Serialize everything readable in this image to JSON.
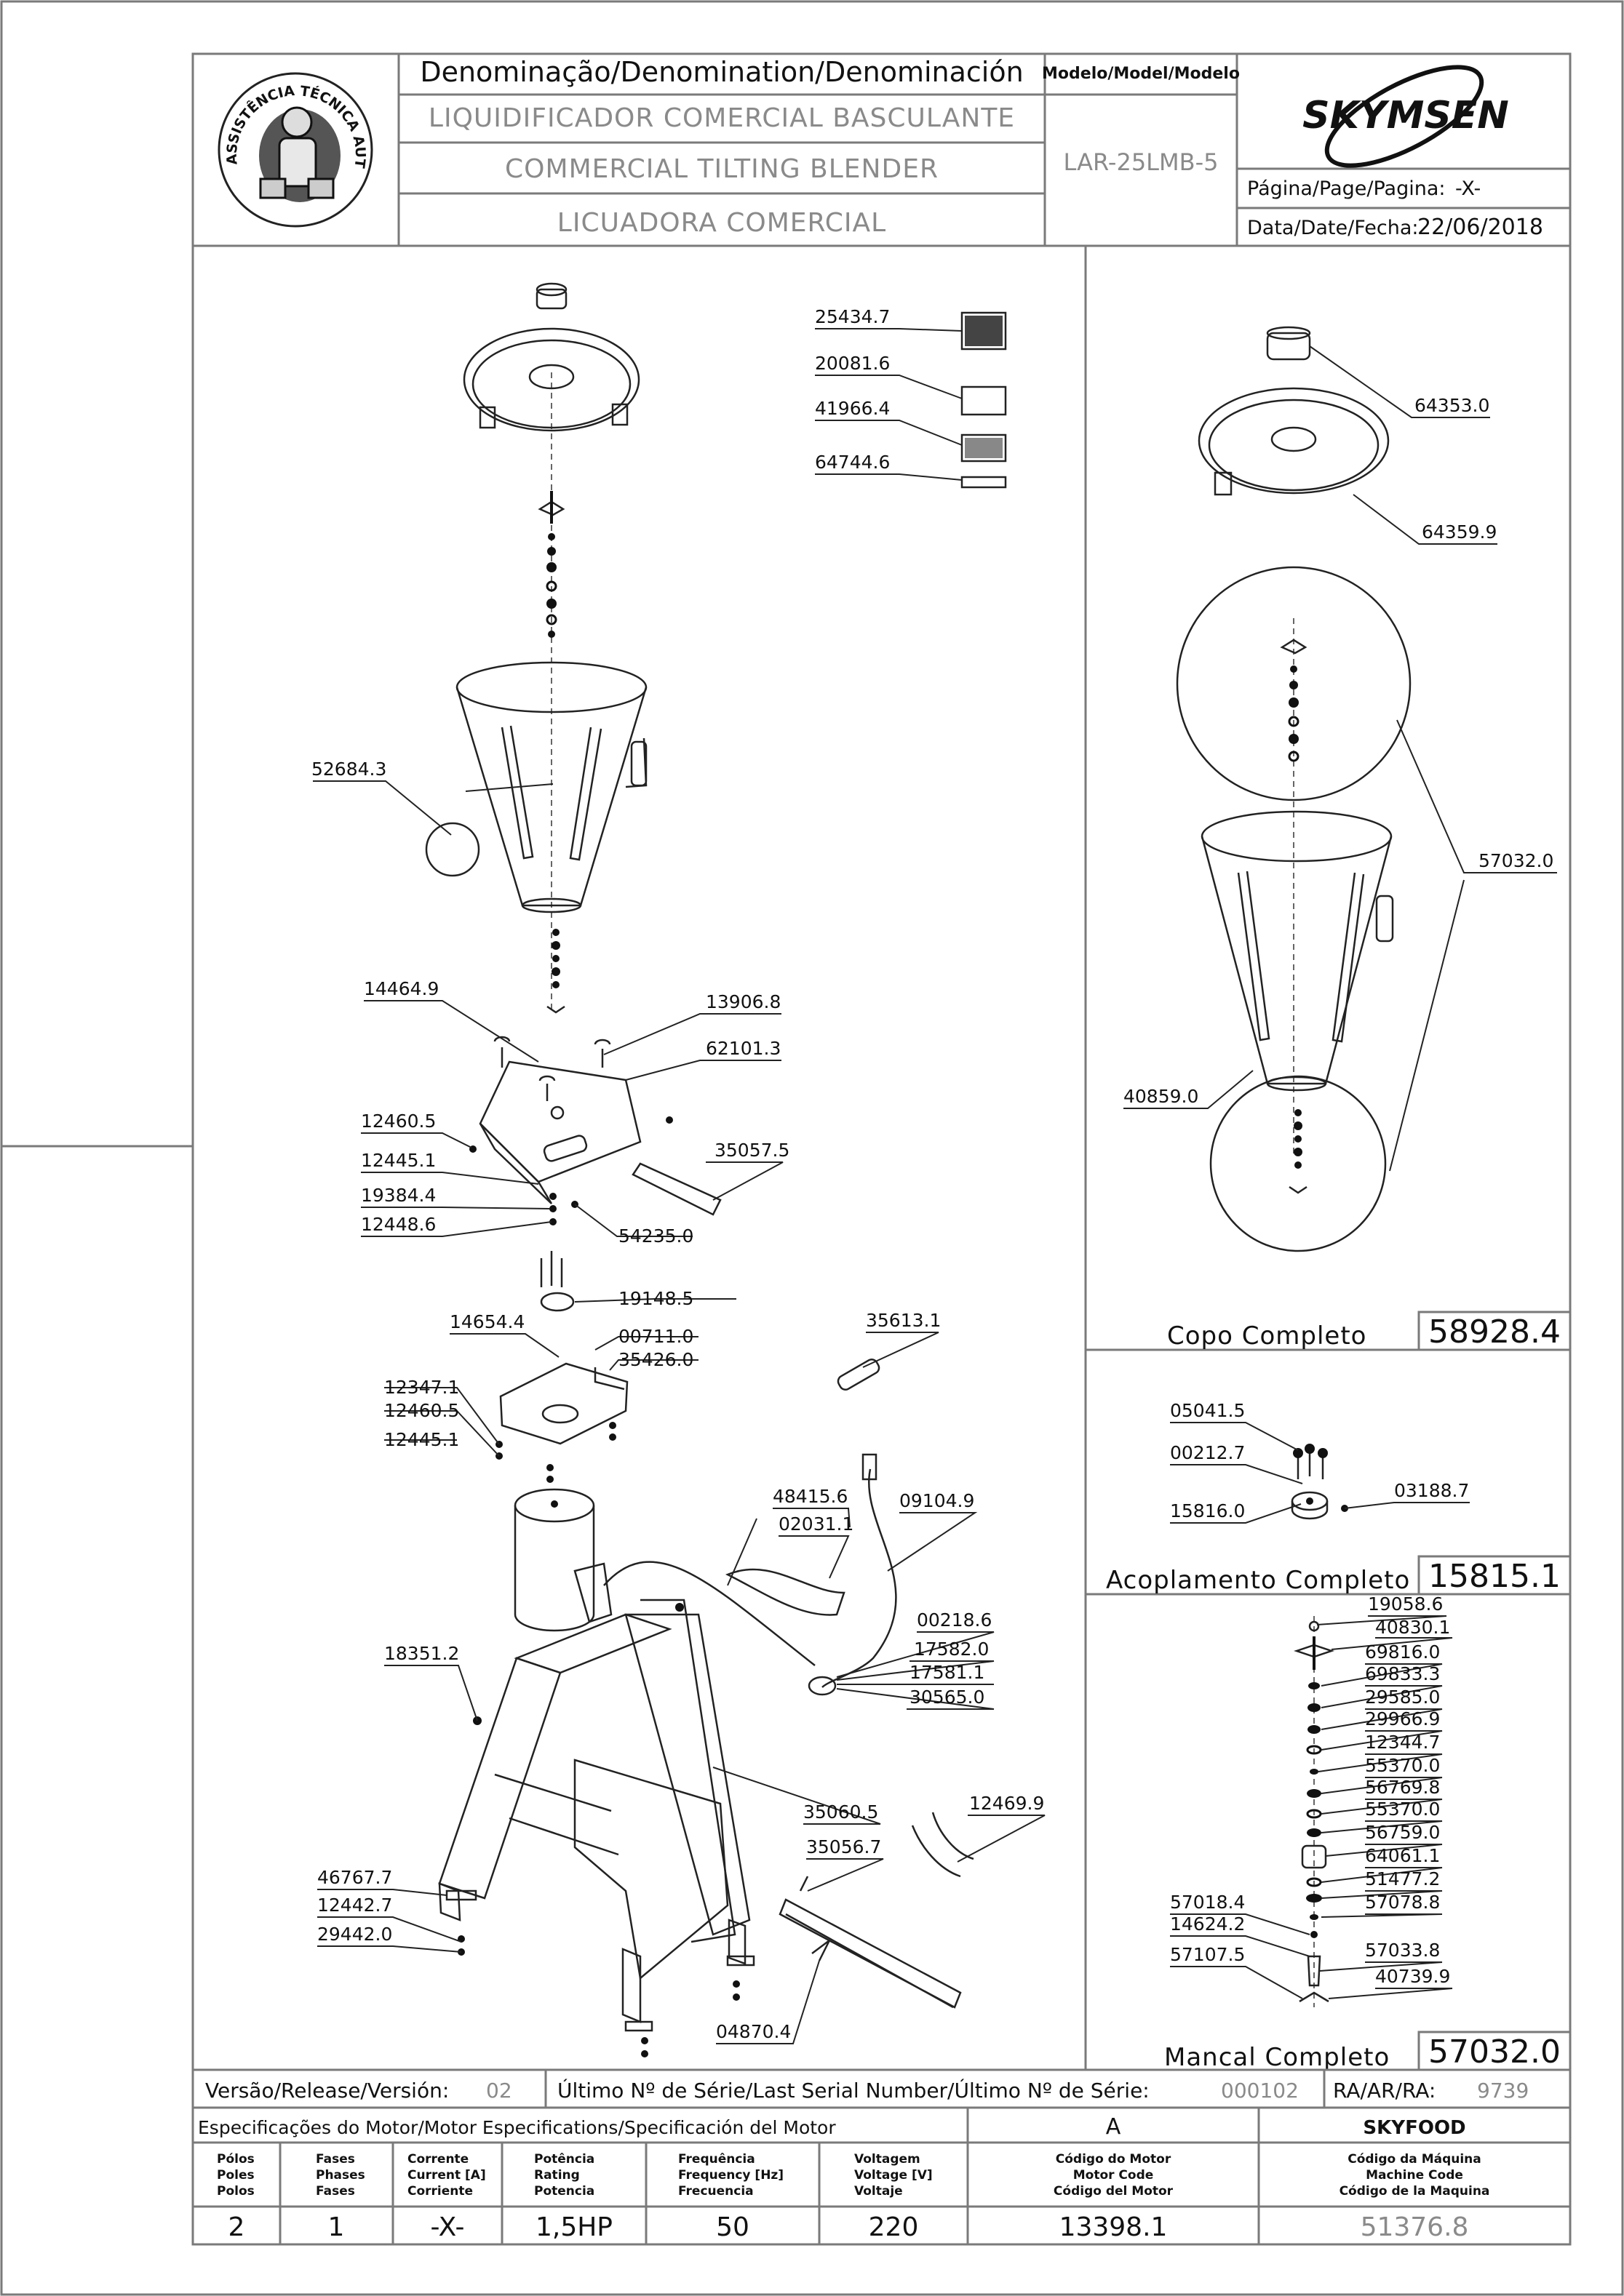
{
  "header": {
    "denomination_title": "Denominação/Denomination/Denominación",
    "name_pt": "LIQUIDIFICADOR COMERCIAL BASCULANTE",
    "name_en": "COMMERCIAL TILTING BLENDER",
    "name_es": "LICUADORA COMERCIAL",
    "model_title": "Modelo/Model/Modelo",
    "model_value": "LAR-25LMB-5",
    "brand": "SKYMSEN",
    "page_label": "Página/Page/Pagina:",
    "page_value": "-X-",
    "date_label": "Data/Date/Fecha:",
    "date_value": "22/06/2018",
    "seal_text": "ASSISTÊNCIA TÉCNICA AUTORIZADA"
  },
  "parts": {
    "decals": [
      "25434.7",
      "20081.6",
      "41966.4",
      "64744.6"
    ],
    "main": [
      "52684.3",
      "14464.9",
      "13906.8",
      "62101.3",
      "12460.5",
      "35057.5",
      "12445.1",
      "19384.4",
      "12448.6",
      "54235.0",
      "19148.5",
      "14654.4",
      "00711.0",
      "35426.0",
      "12347.1",
      "12460.5",
      "12445.1",
      "35613.1",
      "48415.6",
      "09104.9",
      "02031.1",
      "00218.6",
      "17582.0",
      "17581.1",
      "30565.0",
      "18351.2",
      "35060.5",
      "12469.9",
      "35056.7",
      "46767.7",
      "12442.7",
      "29442.0",
      "04870.4"
    ]
  },
  "copo": {
    "parts": [
      "64353.0",
      "64359.9",
      "57032.0",
      "40859.0"
    ],
    "title": "Copo Completo",
    "code": "58928.4"
  },
  "acoplamento": {
    "parts": [
      "05041.5",
      "00212.7",
      "03188.7",
      "15816.0"
    ],
    "title": "Acoplamento Completo",
    "code": "15815.1"
  },
  "mancal": {
    "right_parts": [
      "19058.6",
      "40830.1",
      "69816.0",
      "69833.3",
      "29585.0",
      "29966.9",
      "12344.7",
      "55370.0",
      "56769.8",
      "55370.0",
      "56759.0",
      "64061.1",
      "51477.2",
      "57078.8",
      "57033.8",
      "40739.9"
    ],
    "left_parts": [
      "57018.4",
      "14624.2",
      "57107.5"
    ],
    "title": "Mancal Completo",
    "code": "57032.0"
  },
  "release": {
    "version_label": "Versão/Release/Versión:",
    "version_value": "02",
    "serial_label": "Último Nº de Série/Last Serial Number/Último Nº de Série:",
    "serial_value": "000102",
    "ra_label": "RA/AR/RA:",
    "ra_value": "9739"
  },
  "motor": {
    "spec_title": "Especificações do Motor/Motor Especifications/Specificación del Motor",
    "col_a": "A",
    "col_brand": "SKYFOOD",
    "headers": [
      [
        "Pólos",
        "Poles",
        "Polos"
      ],
      [
        "Fases",
        "Phases",
        "Fases"
      ],
      [
        "Corrente",
        "Current [A]",
        "Corriente"
      ],
      [
        "Potência",
        "Rating",
        "Potencia"
      ],
      [
        "Frequência",
        "Frequency [Hz]",
        "Frecuencia"
      ],
      [
        "Voltagem",
        "Voltage [V]",
        "Voltaje"
      ],
      [
        "Código do Motor",
        "Motor Code",
        "Código del Motor"
      ],
      [
        "Código da Máquina",
        "Machine Code",
        "Código de la Maquina"
      ]
    ],
    "values": [
      "2",
      "1",
      "-X-",
      "1,5HP",
      "50",
      "220",
      "13398.1",
      "51376.8"
    ]
  }
}
